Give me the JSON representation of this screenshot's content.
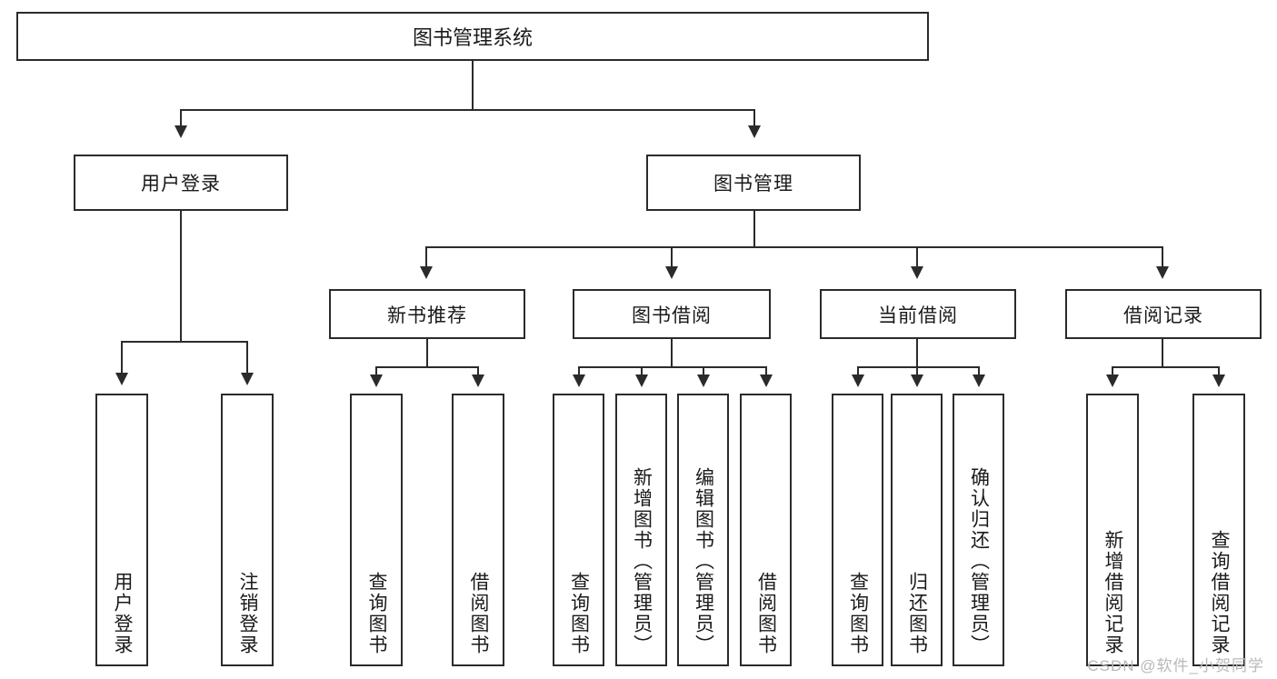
{
  "diagram": {
    "type": "tree",
    "title": "图书管理系统",
    "watermark": "CSDN @软件_小贺同学",
    "nodes": {
      "root": {
        "label": "图书管理系统"
      },
      "level2": [
        {
          "label": "用户登录"
        },
        {
          "label": "图书管理"
        }
      ],
      "level3": [
        {
          "label": "新书推荐"
        },
        {
          "label": "图书借阅"
        },
        {
          "label": "当前借阅"
        },
        {
          "label": "借阅记录"
        }
      ],
      "leaves": {
        "user_login": [
          {
            "label": "用户登录"
          },
          {
            "label": "注销登录"
          }
        ],
        "new_book": [
          {
            "label": "查询图书"
          },
          {
            "label": "借阅图书"
          }
        ],
        "book_borrow": [
          {
            "label": "查询图书"
          },
          {
            "label": "新增图书（管理员）"
          },
          {
            "label": "编辑图书（管理员）"
          },
          {
            "label": "借阅图书"
          }
        ],
        "current_borrow": [
          {
            "label": "查询图书"
          },
          {
            "label": "归还图书"
          },
          {
            "label": "确认归还（管理员）"
          }
        ],
        "borrow_record": [
          {
            "label": "新增借阅记录"
          },
          {
            "label": "查询借阅记录"
          }
        ]
      }
    },
    "colors": {
      "stroke": "#2b2b2b",
      "fill": "#ffffff",
      "text": "#1a1a1a",
      "watermark": "#b9b9b9"
    }
  }
}
